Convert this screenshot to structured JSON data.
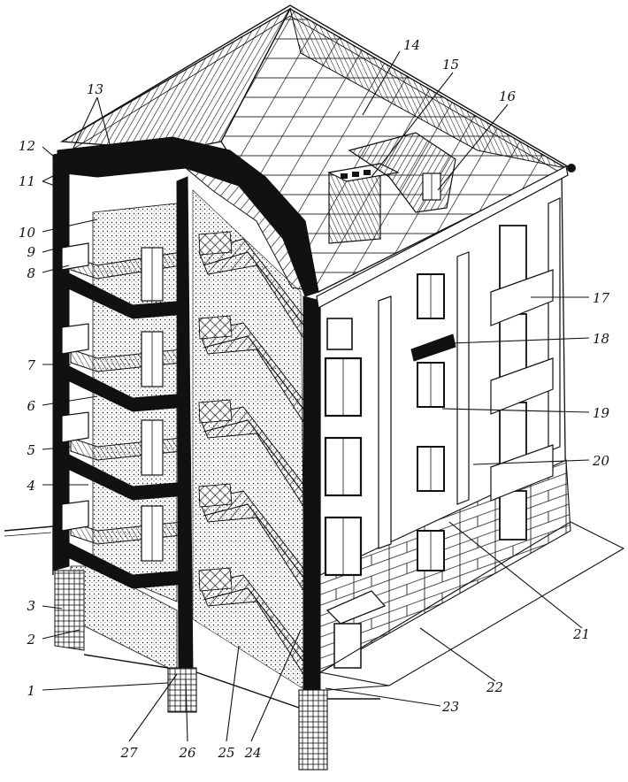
{
  "figure": {
    "subject": "building-cutaway",
    "ink_color": "#111111",
    "paper_color": "#ffffff"
  },
  "callouts": {
    "left": [
      "12",
      "11",
      "10",
      "9",
      "8",
      "7",
      "6",
      "5",
      "4",
      "3",
      "2",
      "1"
    ],
    "top": [
      "13",
      "14",
      "15",
      "16"
    ],
    "right": [
      "17",
      "18",
      "19",
      "20",
      "21",
      "22",
      "23"
    ],
    "bottom": [
      "27",
      "26",
      "25",
      "24"
    ]
  }
}
